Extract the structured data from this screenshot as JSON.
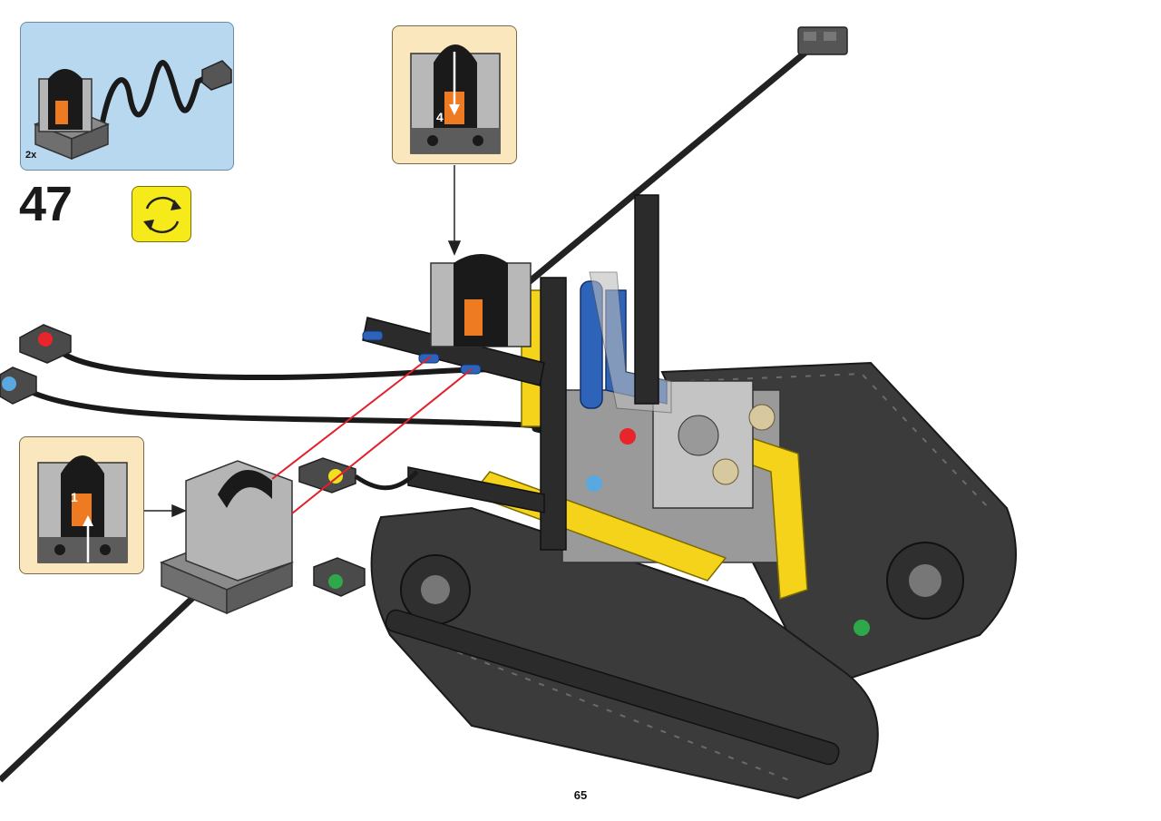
{
  "step": {
    "number": "47"
  },
  "parts_callout": {
    "quantity": "2x"
  },
  "rotate_indicator": {
    "icon": "rotate-model-icon",
    "color": "#f6ea1a"
  },
  "subassembly_callouts": [
    {
      "label": "4",
      "background": "#fbe7bd"
    },
    {
      "label": "1",
      "background": "#fbe7bd"
    }
  ],
  "cable_markers": [
    "#e8252a",
    "#5aa8e0",
    "#f0e020",
    "#2fa84a"
  ],
  "model_colors": {
    "technic_black": "#2b2b2b",
    "technic_yellow": "#f5d31a",
    "light_gray": "#b8b8b8",
    "blue": "#2d63b8"
  },
  "page": {
    "number": "65"
  }
}
